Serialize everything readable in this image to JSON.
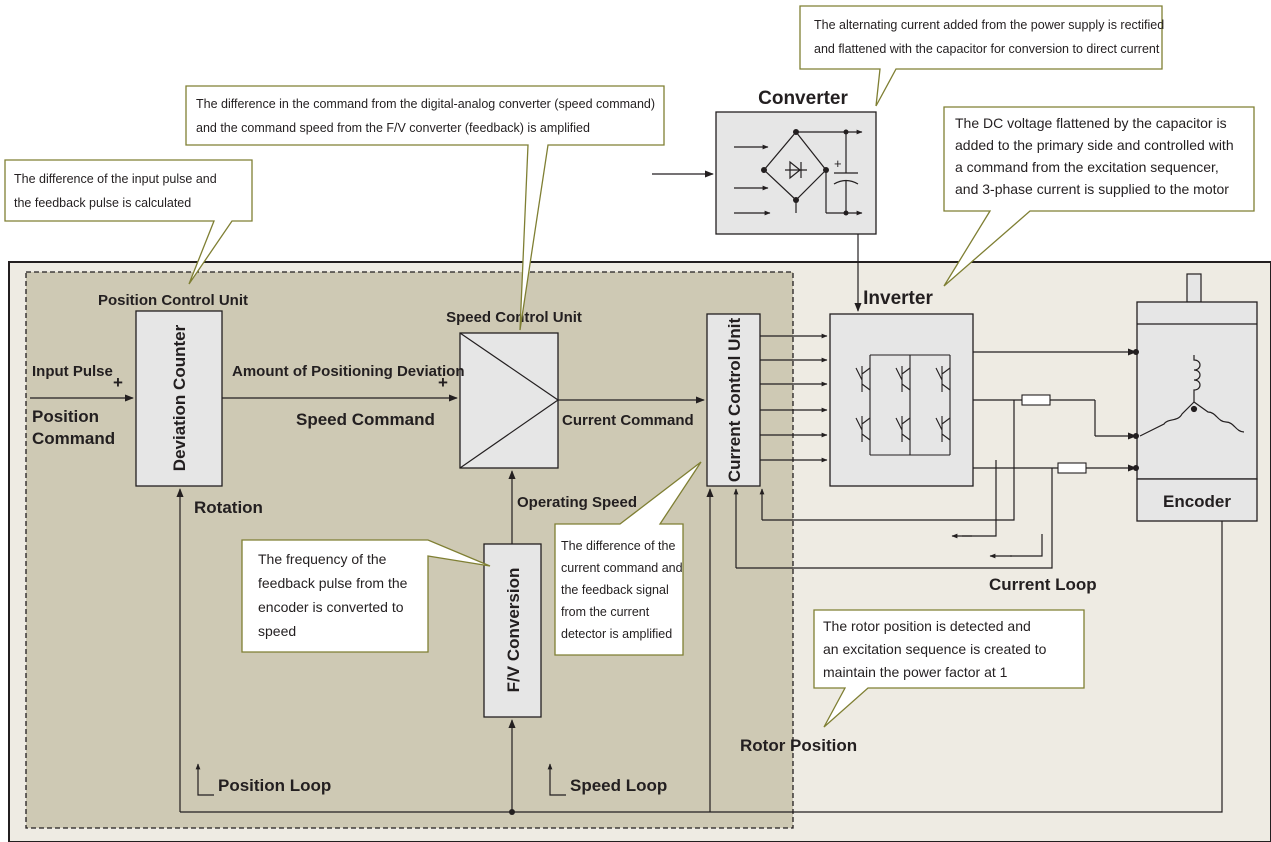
{
  "blocks": {
    "converter": "Converter",
    "inverter": "Inverter",
    "encoder": "Encoder",
    "deviation_counter": "Deviation Counter",
    "current_control_unit": "Current Control Unit",
    "fv_conversion": "F/V Conversion",
    "position_control_unit": "Position Control Unit",
    "speed_control_unit": "Speed Control Unit"
  },
  "signals": {
    "input_pulse": "Input Pulse",
    "position_command": [
      "Position",
      "Command"
    ],
    "amount_of_positioning_deviation": "Amount of Positioning Deviation",
    "speed_command": "Speed Command",
    "current_command": "Current Command",
    "operating_speed": "Operating Speed",
    "rotation": "Rotation",
    "current_loop": "Current Loop",
    "rotor_position": "Rotor Position",
    "position_loop": "Position Loop",
    "speed_loop": "Speed Loop",
    "plus": "+"
  },
  "callouts": {
    "converter_note": [
      "The alternating current added from the power supply is rectified",
      "and flattened with the capacitor for conversion to direct current"
    ],
    "speed_note": [
      "The difference in the command from the digital-analog converter (speed command)",
      "and the command speed from the F/V converter (feedback) is amplified"
    ],
    "position_note": [
      "The difference of the input pulse and",
      "the feedback pulse is calculated"
    ],
    "inverter_note": [
      "The DC voltage flattened by the capacitor is",
      "added to the primary side and controlled with",
      "a command from the excitation sequencer,",
      "and 3-phase current is supplied to the motor"
    ],
    "fv_note": [
      "The frequency of the",
      "feedback pulse from the",
      "encoder is converted to",
      "speed"
    ],
    "current_note": [
      "The difference of the",
      "current command and",
      "the feedback signal",
      "from the current",
      "detector is amplified"
    ],
    "rotor_note": [
      "The rotor position is detected and",
      "an excitation sequence is created to",
      "maintain the power factor at 1"
    ]
  },
  "colors": {
    "outer_background": "#eeebe3",
    "driver_background": "#cec9b4",
    "block_fill": "#e6e6e6",
    "callout_border": "#7f7f33",
    "line": "#231f20"
  }
}
